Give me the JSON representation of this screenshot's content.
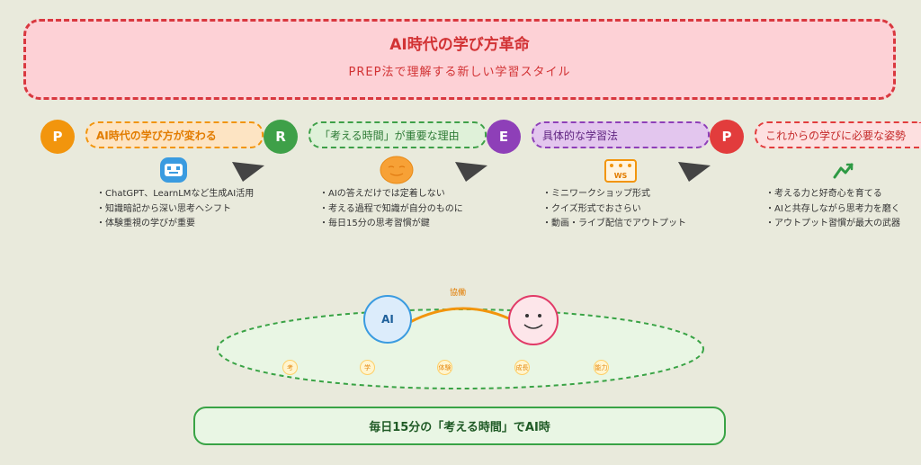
{
  "header": {
    "title": "AI時代の学び方革命",
    "subtitle": "PREP法で理解する新しい学習スタイル"
  },
  "steps": [
    {
      "letter": "P",
      "label": "AI時代の学び方が変わる",
      "color": "#f2950d",
      "pill_bg": "#fde4c3",
      "pill_border": "#f2950d",
      "icon": "robot-icon",
      "bullets": [
        "・ChatGPT、LearnLMなど生成AI活用",
        "・知識暗記から深い思考へシフト",
        "・体験重視の学びが重要"
      ]
    },
    {
      "letter": "R",
      "label": "「考える時間」が重要な理由",
      "color": "#3ea048",
      "pill_bg": "#dff1d9",
      "pill_border": "#3ea048",
      "icon": "face-icon",
      "bullets": [
        "・AIの答えだけでは定着しない",
        "・考える過程で知識が自分のものに",
        "・毎日15分の思考習慣が鍵"
      ]
    },
    {
      "letter": "E",
      "label": "具体的な学習法",
      "color": "#8e3fb8",
      "pill_bg": "#e3c6ee",
      "pill_border": "#8e3fb8",
      "icon": "workshop-icon",
      "bullets": [
        "・ミニワークショップ形式",
        "・クイズ形式でおさらい",
        "・動画・ライブ配信でアウトプット"
      ]
    },
    {
      "letter": "P",
      "label": "これからの学びに必要な姿勢",
      "color": "#e23c3c",
      "pill_bg": "#fde0e0",
      "pill_border": "#e23c3c",
      "icon": "growth-icon",
      "bullets": [
        "・考える力と好奇心を育てる",
        "・AIと共存しながら思考力を磨く",
        "・アウトプット習慣が最大の武器"
      ]
    }
  ],
  "collab": {
    "ai_label": "AI",
    "link_label": "協働",
    "chips": [
      "考",
      "学",
      "体験",
      "成長",
      "能力"
    ]
  },
  "footer": {
    "text": "毎日15分の「考える時間」でAI時"
  }
}
